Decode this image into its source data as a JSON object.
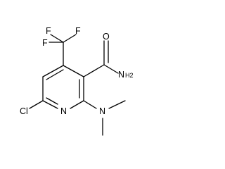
{
  "molecule": {
    "labels": {
      "F_top_left": "F",
      "F_top_right": "F",
      "F_left": "F",
      "O": "O",
      "N_amide": "N",
      "H2": "H2",
      "N_ring": "N",
      "N_amine": "N",
      "Cl": "Cl"
    }
  }
}
